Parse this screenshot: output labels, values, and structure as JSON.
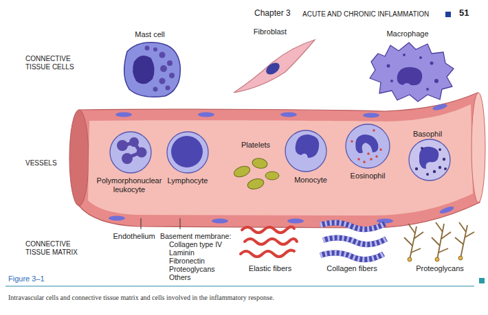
{
  "diagram": {
    "title": "Figure 3–1",
    "caption": "Intravascular cells and connective tissue matrix and cells involved in the inflammatory response.",
    "labels": [
      "Chapter 3",
      "ACUTE AND CHRONIC INFLAMMATION",
      "51",
      "Mast cell",
      "Fibroblast",
      "Macrophage",
      "CONNECTIVE TISSUE CELLS",
      "VESSELS",
      "Polymorphonuclear leukocyte",
      "Lymphocyte",
      "Platelets",
      "Monocyte",
      "Eosinophil",
      "Basophil",
      "Endothelium",
      "Basement membrane:",
      "Collagen type IV",
      "Laminin",
      "Fibronectin",
      "Proteoglycans",
      "Others",
      "CONNECTIVE TISSUE MATRIX",
      "Elastic fibers",
      "Collagen fibers",
      "Proteoglycans"
    ]
  }
}
